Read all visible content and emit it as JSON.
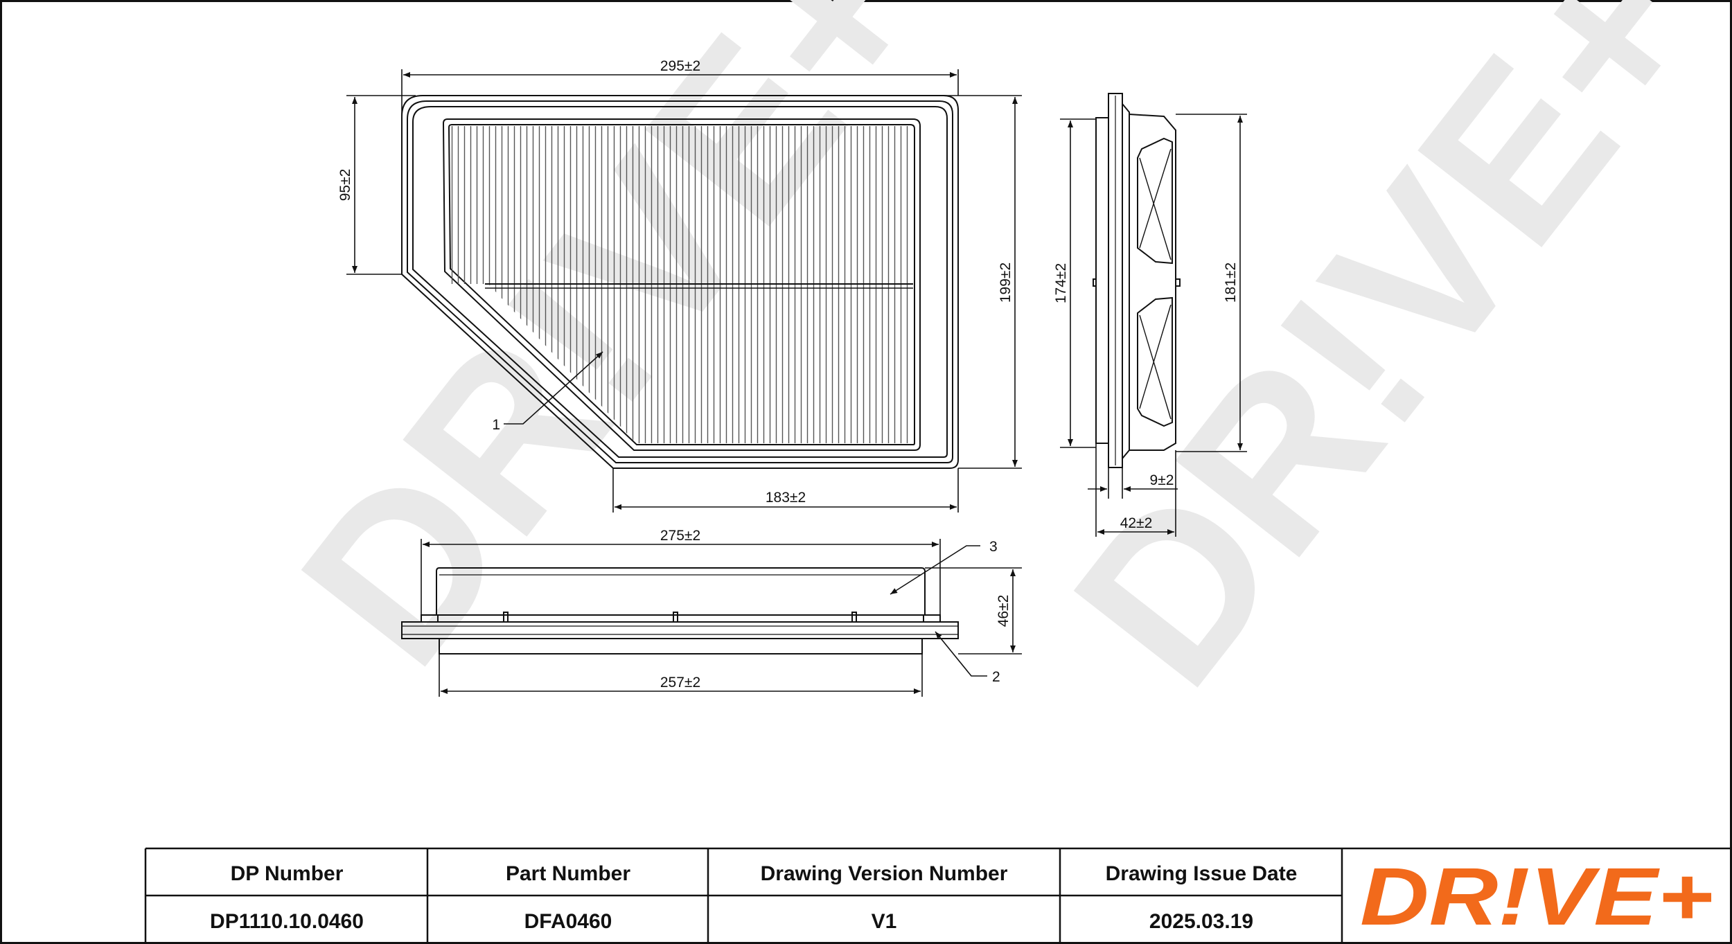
{
  "watermark": {
    "text": "DR!VE+"
  },
  "brand": {
    "logo_text": "DR!VE+",
    "logo_color": "#f26a1b",
    "logo_accent_color": "#1a1a1a"
  },
  "dimensions": {
    "top_width": "295±2",
    "left_height": "95±2",
    "right_height": "199±2",
    "bottom_width": "183±2",
    "callout_1": "1",
    "side_inner_height": "174±2",
    "side_outer_height": "181±2",
    "side_flange": "9±2",
    "side_depth": "42±2",
    "front_top_width": "275±2",
    "front_bottom_width": "257±2",
    "front_height": "46±2",
    "callout_2": "2",
    "callout_3": "3"
  },
  "title_block": {
    "headers": [
      "DP Number",
      "Part Number",
      "Drawing Version Number",
      "Drawing Issue Date"
    ],
    "values": [
      "DP1110.10.0460",
      "DFA0460",
      "V1",
      "2025.03.19"
    ]
  }
}
